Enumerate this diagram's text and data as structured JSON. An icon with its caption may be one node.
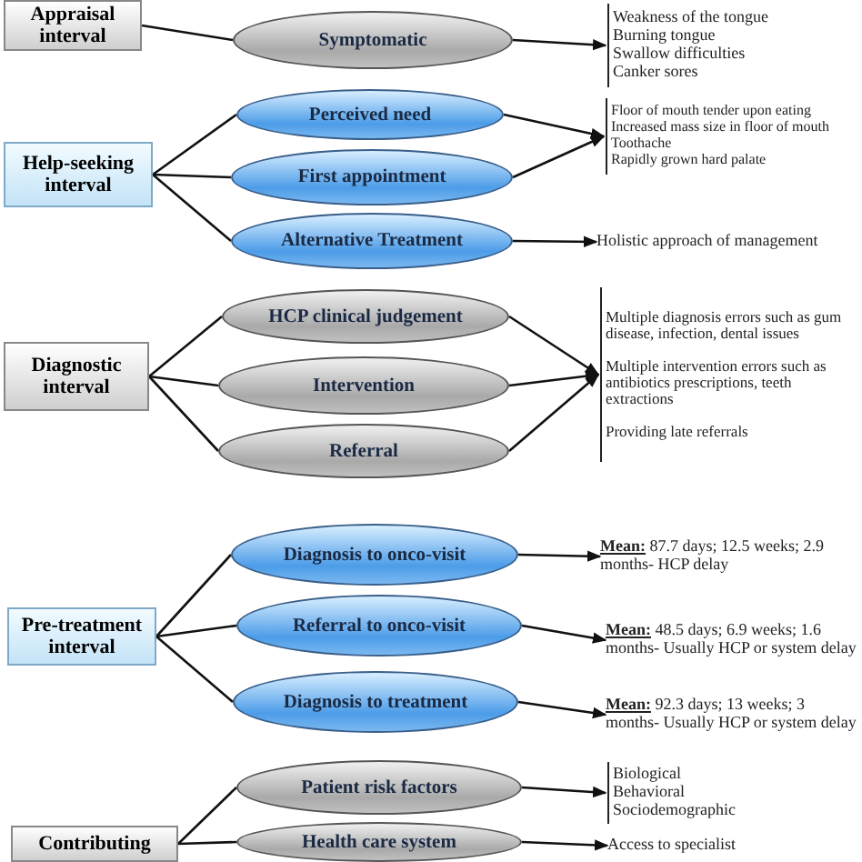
{
  "diagram": {
    "nodes": [
      {
        "text": [
          "Appraisal interval"
        ]
      },
      {
        "text": [
          "Symptomatic"
        ]
      },
      {
        "text": [
          "Weakness of the tongue",
          "Burning tongue",
          "Swallow difficulties",
          "Canker sores"
        ]
      },
      {
        "text": [
          "Help-seeking interval"
        ]
      },
      {
        "text": [
          "Perceived need"
        ]
      },
      {
        "text": [
          "First appointment"
        ]
      },
      {
        "text": [
          "Alternative Treatment"
        ]
      },
      {
        "text": [
          "Floor of mouth tender upon eating",
          "Increased mass size in floor of mouth",
          "Toothache",
          "Rapidly grown hard palate"
        ]
      },
      {
        "text": [
          "Holistic approach of management"
        ]
      },
      {
        "text": [
          "Diagnostic interval"
        ]
      },
      {
        "text": [
          "HCP clinical judgement"
        ]
      },
      {
        "text": [
          "Intervention"
        ]
      },
      {
        "text": [
          "Referral"
        ]
      },
      {
        "text": [
          "Multiple diagnosis errors such as gum disease, infection, dental issues",
          "Multiple intervention errors such as antibiotics prescriptions, teeth extractions",
          "Providing late referrals"
        ]
      },
      {
        "text": [
          "Pre-treatment interval"
        ]
      },
      {
        "text": [
          "Diagnosis to onco-visit"
        ]
      },
      {
        "text": [
          "Referral to onco-visit"
        ]
      },
      {
        "text": [
          "Diagnosis to treatment"
        ]
      },
      {
        "text": [
          "**Mean:** 87.7 days; 12.5 weeks; 2.9 months- HCP delay"
        ]
      },
      {
        "text": [
          "**Mean:** 48.5 days; 6.9 weeks; 1.6 months- Usually HCP or system delay"
        ]
      },
      {
        "text": [
          "**Mean:** 92.3 days; 13 weeks; 3 months- Usually HCP or system delay"
        ]
      },
      {
        "text": [
          "Contributing"
        ]
      },
      {
        "text": [
          "Patient risk factors"
        ]
      },
      {
        "text": [
          "Health care system"
        ]
      },
      {
        "text": [
          "Biological",
          "Behavioral",
          "Sociodemographic"
        ]
      },
      {
        "text": [
          "Access to specialist"
        ]
      }
    ],
    "edges": [
      {
        "from": 0,
        "to": 1,
        "arrow": "none"
      },
      {
        "from": 1,
        "to": 2,
        "arrow": "to"
      },
      {
        "from": 3,
        "to": 4,
        "arrow": "none"
      },
      {
        "from": 3,
        "to": 5,
        "arrow": "none"
      },
      {
        "from": 3,
        "to": 6,
        "arrow": "none"
      },
      {
        "from": 4,
        "to": 7,
        "arrow": "to"
      },
      {
        "from": 5,
        "to": 7,
        "arrow": "to"
      },
      {
        "from": 6,
        "to": 8,
        "arrow": "to"
      },
      {
        "from": 9,
        "to": 10,
        "arrow": "none"
      },
      {
        "from": 9,
        "to": 11,
        "arrow": "none"
      },
      {
        "from": 9,
        "to": 12,
        "arrow": "none"
      },
      {
        "from": 10,
        "to": 13,
        "arrow": "to"
      },
      {
        "from": 11,
        "to": 13,
        "arrow": "to"
      },
      {
        "from": 12,
        "to": 13,
        "arrow": "to"
      },
      {
        "from": 14,
        "to": 15,
        "arrow": "none"
      },
      {
        "from": 14,
        "to": 16,
        "arrow": "none"
      },
      {
        "from": 14,
        "to": 17,
        "arrow": "none"
      },
      {
        "from": 15,
        "to": 18,
        "arrow": "to"
      },
      {
        "from": 16,
        "to": 19,
        "arrow": "to"
      },
      {
        "from": 17,
        "to": 20,
        "arrow": "to"
      },
      {
        "from": 21,
        "to": 22,
        "arrow": "none"
      },
      {
        "from": 21,
        "to": 23,
        "arrow": "none"
      },
      {
        "from": 22,
        "to": 24,
        "arrow": "to"
      },
      {
        "from": 23,
        "to": 25,
        "arrow": "to"
      }
    ]
  }
}
